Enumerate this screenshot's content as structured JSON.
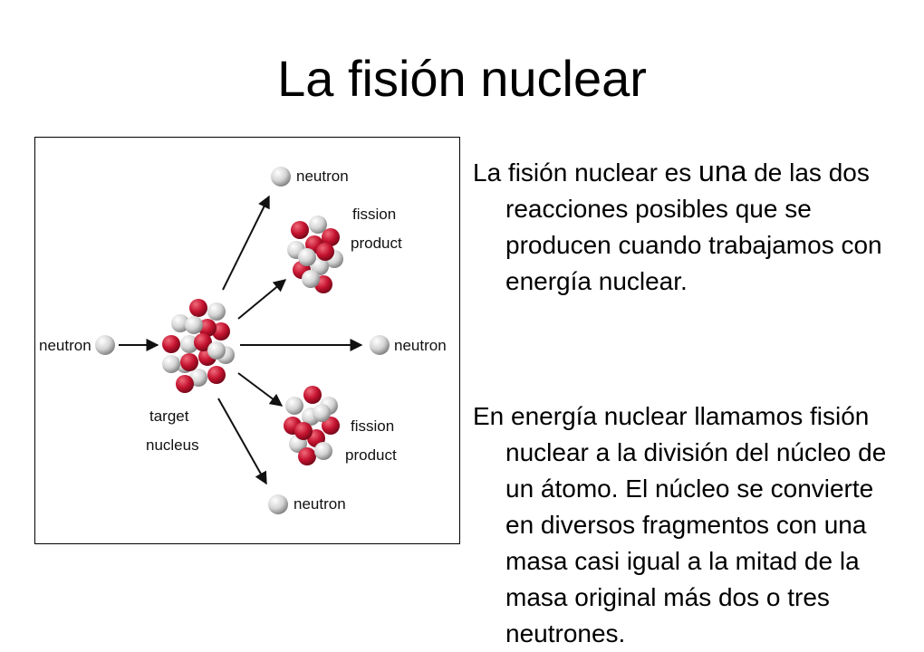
{
  "slide": {
    "title": "La fisión nuclear"
  },
  "diagram": {
    "labels": {
      "incoming_neutron": "neutron",
      "target_nucleus_line1": "target",
      "target_nucleus_line2": "nucleus",
      "fission_product_top_line1": "fission",
      "fission_product_top_line2": "product",
      "fission_product_bottom_line1": "fission",
      "fission_product_bottom_line2": "product",
      "neutron_top": "neutron",
      "neutron_middle": "neutron",
      "neutron_bottom": "neutron"
    },
    "colors": {
      "proton": "#c4122f",
      "neutron": "#d8d8d8"
    }
  },
  "text": {
    "p1_before": "La fisión nuclear es ",
    "p1_emph": "una",
    "p1_after": " de las dos reacciones posibles que se producen cuando trabajamos con energía nuclear.",
    "p2": "En energía nuclear llamamos fisión nuclear a la división del núcleo de un átomo. El núcleo se convierte en diversos fragmentos con una masa casi igual a la mitad de la masa original más dos o tres neutrones."
  }
}
